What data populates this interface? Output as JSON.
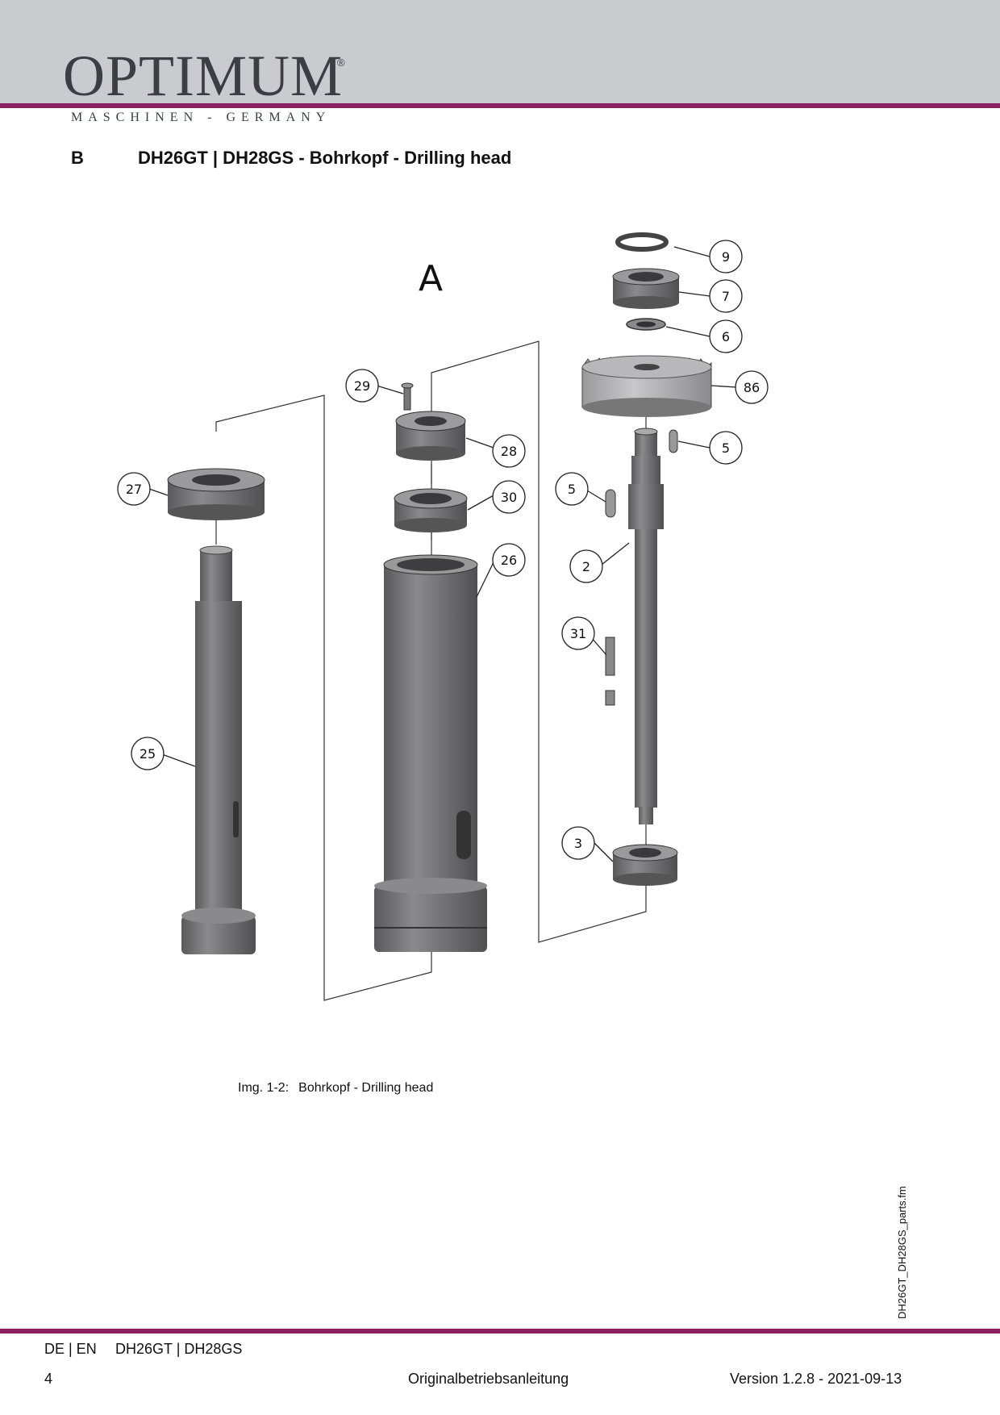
{
  "header": {
    "brand": "OPTIMUM",
    "registered": "®",
    "tagline": "MASCHINEN - GERMANY"
  },
  "section": {
    "letter": "B",
    "title": "DH26GT | DH28GS - Bohrkopf - Drilling head"
  },
  "figure": {
    "view_label": "A",
    "part_numbers": [
      "9",
      "7",
      "6",
      "86",
      "29",
      "28",
      "5",
      "27",
      "30",
      "5",
      "26",
      "2",
      "31",
      "25",
      "3"
    ],
    "caption_label": "Img. 1-2:",
    "caption_text": "Bohrkopf - Drilling head"
  },
  "side_file": "DH26GT_DH28GS_parts.fm",
  "footer": {
    "lang": "DE | EN",
    "model": "DH26GT | DH28GS",
    "page": "4",
    "doc_title": "Originalbetriebsanleitung",
    "version": "Version 1.2.8 - 2021-09-13"
  },
  "colors": {
    "accent": "#8c1f5e",
    "header_band": "#c9cbce",
    "part_grey": "#7a7a7c"
  }
}
